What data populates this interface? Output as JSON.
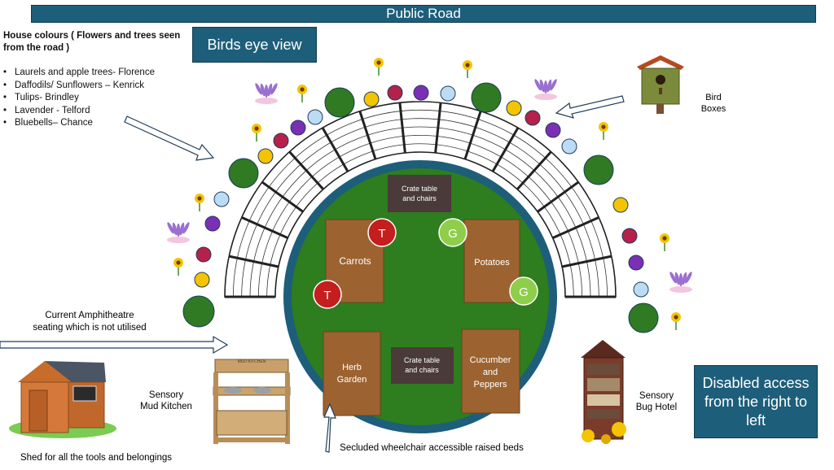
{
  "header": {
    "road": "Public Road",
    "view_title": "Birds eye view"
  },
  "legend": {
    "title": "House colours ( Flowers and trees seen from the road )",
    "items": [
      "Laurels and apple trees- Florence",
      "Daffodils/ Sunflowers – Kenrick",
      "Tulips- Brindley",
      "Lavender - Telford",
      "Bluebells– Chance"
    ]
  },
  "labels": {
    "amphitheatre": "Current Amphitheatre seating which is not utilised",
    "bird_boxes": "Bird Boxes",
    "mud_kitchen": "Sensory Mud Kitchen",
    "shed": "Shed for all the tools and belongings",
    "bug_hotel": "Sensory Bug Hotel",
    "raised_beds": "Secluded wheelchair accessible raised beds",
    "disabled_access": "Disabled access from the right to left",
    "mud_sign": "MUD KITCHEN"
  },
  "beds": {
    "carrots": "Carrots",
    "potatoes": "Potatoes",
    "herb": "Herb Garden",
    "cucumber": "Cucumber and Peppers",
    "crate_top": "Crate table and chairs",
    "crate_bottom": "Crate table and chairs"
  },
  "markers": {
    "t": "T",
    "g": "G"
  },
  "colors": {
    "road": "#1d5e7a",
    "grass": "#2e7d1f",
    "ring": "#1d5e7a",
    "bed": "#9c6330",
    "crate": "#4a3a3a",
    "laurel": "#2f7a22",
    "daffodil": "#f5c400",
    "tulip": "#b5214a",
    "lavender": "#7a2fb5",
    "bluebell": "#bcdcf5",
    "marker_t": "#c41e1e",
    "marker_g": "#8fce4a"
  }
}
